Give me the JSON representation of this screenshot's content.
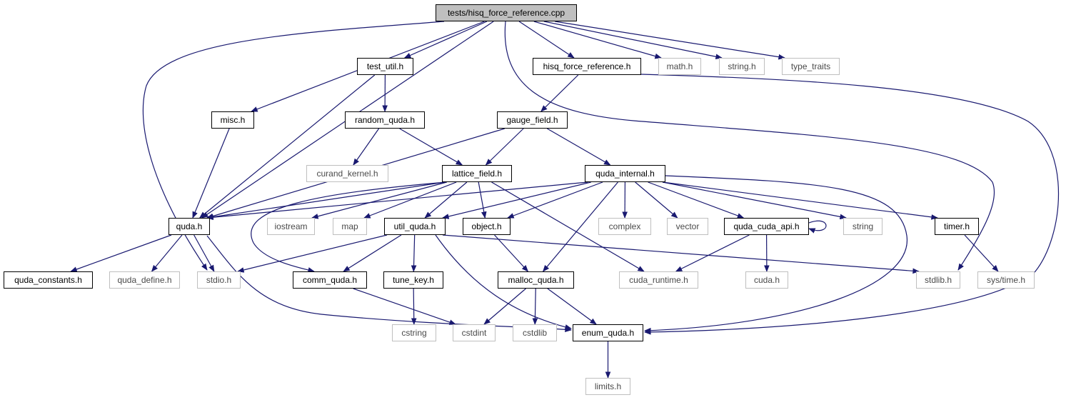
{
  "graph": {
    "edge_color": "#191970",
    "nodes": [
      {
        "id": "root",
        "label": "tests/hisq_force_reference.cpp",
        "kind": "root"
      },
      {
        "id": "test_util",
        "label": "test_util.h",
        "kind": "doc"
      },
      {
        "id": "hisq_ref",
        "label": "hisq_force_reference.h",
        "kind": "doc"
      },
      {
        "id": "math",
        "label": "math.h",
        "kind": "sys"
      },
      {
        "id": "string_h",
        "label": "string.h",
        "kind": "sys"
      },
      {
        "id": "type_traits",
        "label": "type_traits",
        "kind": "sys"
      },
      {
        "id": "misc",
        "label": "misc.h",
        "kind": "doc"
      },
      {
        "id": "random_quda",
        "label": "random_quda.h",
        "kind": "doc"
      },
      {
        "id": "gauge_field",
        "label": "gauge_field.h",
        "kind": "doc"
      },
      {
        "id": "curand",
        "label": "curand_kernel.h",
        "kind": "sys"
      },
      {
        "id": "lattice_field",
        "label": "lattice_field.h",
        "kind": "doc"
      },
      {
        "id": "quda_internal",
        "label": "quda_internal.h",
        "kind": "doc"
      },
      {
        "id": "quda",
        "label": "quda.h",
        "kind": "doc"
      },
      {
        "id": "iostream",
        "label": "iostream",
        "kind": "sys"
      },
      {
        "id": "map",
        "label": "map",
        "kind": "sys"
      },
      {
        "id": "util_quda",
        "label": "util_quda.h",
        "kind": "doc"
      },
      {
        "id": "object",
        "label": "object.h",
        "kind": "doc"
      },
      {
        "id": "complex",
        "label": "complex",
        "kind": "sys"
      },
      {
        "id": "vector",
        "label": "vector",
        "kind": "sys"
      },
      {
        "id": "cuda_api",
        "label": "quda_cuda_api.h",
        "kind": "doc"
      },
      {
        "id": "string",
        "label": "string",
        "kind": "sys"
      },
      {
        "id": "timer",
        "label": "timer.h",
        "kind": "doc"
      },
      {
        "id": "quda_constants",
        "label": "quda_constants.h",
        "kind": "doc"
      },
      {
        "id": "quda_define",
        "label": "quda_define.h",
        "kind": "sys"
      },
      {
        "id": "stdio",
        "label": "stdio.h",
        "kind": "sys"
      },
      {
        "id": "comm_quda",
        "label": "comm_quda.h",
        "kind": "doc"
      },
      {
        "id": "tune_key",
        "label": "tune_key.h",
        "kind": "doc"
      },
      {
        "id": "malloc_quda",
        "label": "malloc_quda.h",
        "kind": "doc"
      },
      {
        "id": "cuda_runtime",
        "label": "cuda_runtime.h",
        "kind": "sys"
      },
      {
        "id": "cuda_h",
        "label": "cuda.h",
        "kind": "sys"
      },
      {
        "id": "stdlib",
        "label": "stdlib.h",
        "kind": "sys"
      },
      {
        "id": "systime",
        "label": "sys/time.h",
        "kind": "sys"
      },
      {
        "id": "cstring",
        "label": "cstring",
        "kind": "sys"
      },
      {
        "id": "cstdint",
        "label": "cstdint",
        "kind": "sys"
      },
      {
        "id": "cstdlib",
        "label": "cstdlib",
        "kind": "sys"
      },
      {
        "id": "enum_quda",
        "label": "enum_quda.h",
        "kind": "doc"
      },
      {
        "id": "limits",
        "label": "limits.h",
        "kind": "sys"
      }
    ],
    "edges": [
      [
        "root",
        "test_util"
      ],
      [
        "root",
        "hisq_ref"
      ],
      [
        "root",
        "math"
      ],
      [
        "root",
        "string_h"
      ],
      [
        "root",
        "type_traits"
      ],
      [
        "root",
        "misc"
      ],
      [
        "root",
        "quda"
      ],
      [
        "root",
        "stdio"
      ],
      [
        "root",
        "stdlib"
      ],
      [
        "test_util",
        "random_quda"
      ],
      [
        "test_util",
        "quda"
      ],
      [
        "hisq_ref",
        "gauge_field"
      ],
      [
        "hisq_ref",
        "enum_quda"
      ],
      [
        "misc",
        "quda"
      ],
      [
        "random_quda",
        "curand"
      ],
      [
        "random_quda",
        "lattice_field"
      ],
      [
        "gauge_field",
        "lattice_field"
      ],
      [
        "gauge_field",
        "quda_internal"
      ],
      [
        "gauge_field",
        "quda"
      ],
      [
        "lattice_field",
        "quda"
      ],
      [
        "lattice_field",
        "iostream"
      ],
      [
        "lattice_field",
        "map"
      ],
      [
        "lattice_field",
        "util_quda"
      ],
      [
        "lattice_field",
        "object"
      ],
      [
        "lattice_field",
        "cuda_runtime"
      ],
      [
        "lattice_field",
        "comm_quda"
      ],
      [
        "quda_internal",
        "quda"
      ],
      [
        "quda_internal",
        "util_quda"
      ],
      [
        "quda_internal",
        "object"
      ],
      [
        "quda_internal",
        "complex"
      ],
      [
        "quda_internal",
        "vector"
      ],
      [
        "quda_internal",
        "cuda_api"
      ],
      [
        "quda_internal",
        "string"
      ],
      [
        "quda_internal",
        "timer"
      ],
      [
        "quda_internal",
        "malloc_quda"
      ],
      [
        "quda_internal",
        "enum_quda"
      ],
      [
        "quda",
        "quda_constants"
      ],
      [
        "quda",
        "quda_define"
      ],
      [
        "quda",
        "stdio"
      ],
      [
        "quda",
        "enum_quda"
      ],
      [
        "util_quda",
        "stdio"
      ],
      [
        "util_quda",
        "comm_quda"
      ],
      [
        "util_quda",
        "tune_key"
      ],
      [
        "util_quda",
        "enum_quda"
      ],
      [
        "util_quda",
        "stdlib"
      ],
      [
        "object",
        "malloc_quda"
      ],
      [
        "cuda_api",
        "cuda_api"
      ],
      [
        "cuda_api",
        "cuda_runtime"
      ],
      [
        "cuda_api",
        "cuda_h"
      ],
      [
        "timer",
        "systime"
      ],
      [
        "comm_quda",
        "cstdint"
      ],
      [
        "tune_key",
        "cstring"
      ],
      [
        "malloc_quda",
        "cstdint"
      ],
      [
        "malloc_quda",
        "cstdlib"
      ],
      [
        "malloc_quda",
        "enum_quda"
      ],
      [
        "enum_quda",
        "limits"
      ]
    ]
  }
}
